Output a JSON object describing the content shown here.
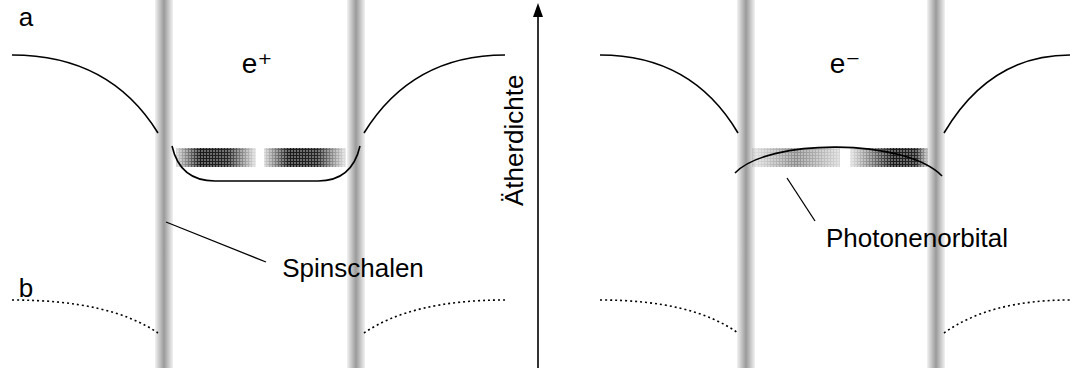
{
  "diagram": {
    "labels": [
      "a",
      "e⁺",
      "Ätherdichte",
      "e⁻",
      "Photonenorbital",
      "Spinschalen",
      "b"
    ]
  }
}
